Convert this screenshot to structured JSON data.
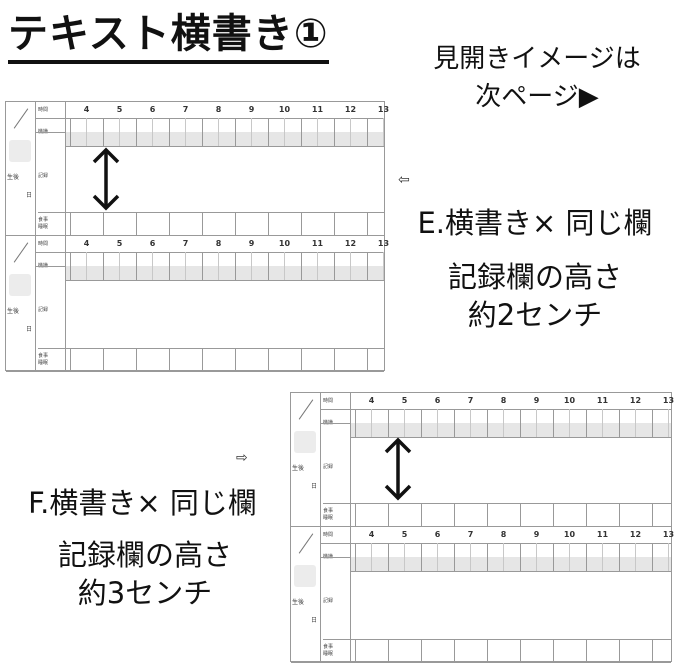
{
  "title": "テキスト横書き①",
  "preview_note": {
    "line1": "見開きイメージは",
    "line2": "次ページ▶"
  },
  "option_e": {
    "heading": "E.横書き× 同じ欄",
    "desc_line1": "記録欄の高さ",
    "desc_line2": "約2センチ"
  },
  "option_f": {
    "heading": "F.横書き× 同じ欄",
    "desc_line1": "記録欄の高さ",
    "desc_line2": "約3センチ"
  },
  "row_labels": {
    "time": "時間",
    "mood": "機嫌",
    "record": "記録",
    "meal": "食事",
    "sleep": "睡眠",
    "born_after": "生後",
    "day": "日"
  },
  "hours": [
    "4",
    "5",
    "6",
    "7",
    "8",
    "9",
    "10",
    "11",
    "12",
    "13"
  ],
  "pointer_arrow": "⇦",
  "pointer_arrow_right": "⇨",
  "colors": {
    "grid": "#999999",
    "band": "#e6e6e6",
    "text": "#111111"
  }
}
